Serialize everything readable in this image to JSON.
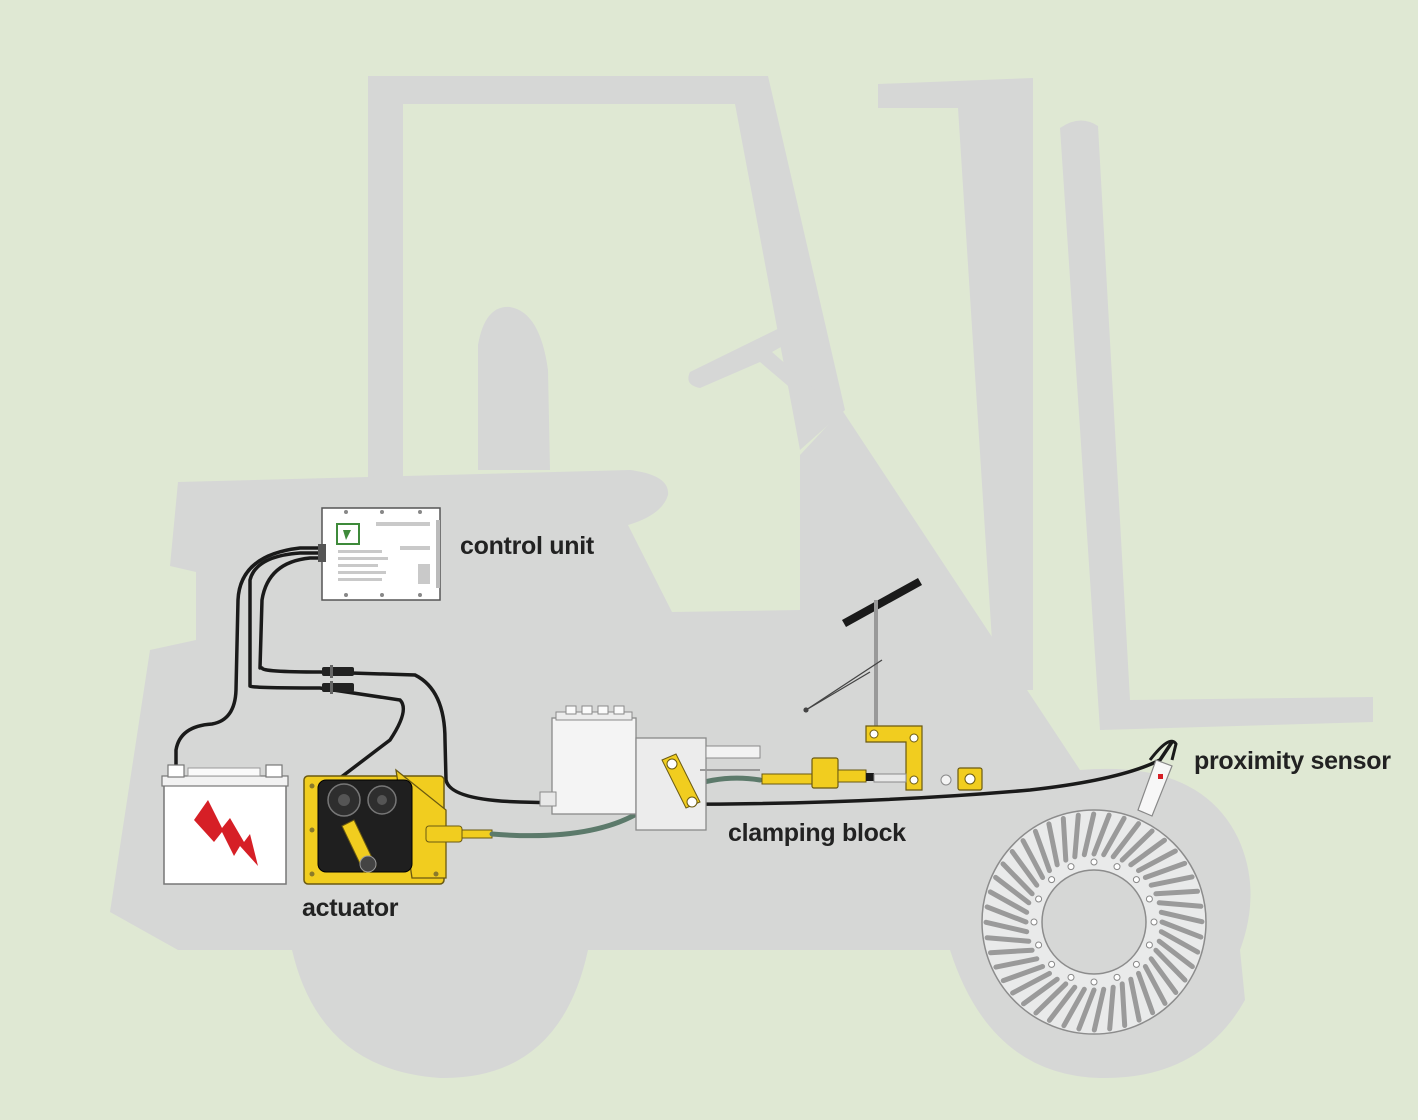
{
  "colors": {
    "background": "#dfe8d3",
    "truck_silhouette": "#d6d7d6",
    "component_yellow": "#f1cd1f",
    "cable_black": "#1a1a1a",
    "cable_green": "#5c7a6b",
    "battery_symbol_red": "#d61f26",
    "control_unit_logo_green": "#3e8a3a"
  },
  "labels": {
    "control_unit": "control unit",
    "actuator": "actuator",
    "clamping_block": "clamping block",
    "proximity_sensor": "proximity sensor"
  },
  "icons": [
    "forklift-silhouette",
    "battery-icon",
    "lightning-bolt-icon",
    "control-unit-box",
    "actuator-motor",
    "engine-block",
    "accelerator-pedal",
    "wheel-disc",
    "proximity-sensor-icon"
  ]
}
